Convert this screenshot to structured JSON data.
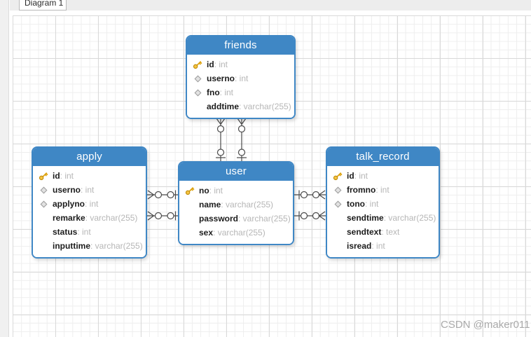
{
  "tab_bar": {
    "active_tab_label": "Diagram 1"
  },
  "watermark_text": "CSDN @maker011",
  "colors": {
    "table_header_blue": "#3f87c5",
    "table_border_blue": "#3f87c5",
    "key_icon_gold": "#f6c544",
    "diamond_icon_gray": "#e2e2e2",
    "connector_line": "#4a4a4a"
  },
  "diagram": {
    "tables": [
      {
        "name": "friends",
        "columns": [
          {
            "name": "id",
            "type": "int",
            "icon": "primary-key-icon"
          },
          {
            "name": "userno",
            "type": "int",
            "icon": "index-diamond-icon"
          },
          {
            "name": "fno",
            "type": "int",
            "icon": "index-diamond-icon"
          },
          {
            "name": "addtime",
            "type": "varchar(255)",
            "icon": "none"
          }
        ]
      },
      {
        "name": "apply",
        "columns": [
          {
            "name": "id",
            "type": "int",
            "icon": "primary-key-icon"
          },
          {
            "name": "userno",
            "type": "int",
            "icon": "index-diamond-icon"
          },
          {
            "name": "applyno",
            "type": "int",
            "icon": "index-diamond-icon"
          },
          {
            "name": "remarke",
            "type": "varchar(255)",
            "icon": "none"
          },
          {
            "name": "status",
            "type": "int",
            "icon": "none"
          },
          {
            "name": "inputtime",
            "type": "varchar(255)",
            "icon": "none"
          }
        ]
      },
      {
        "name": "user",
        "columns": [
          {
            "name": "no",
            "type": "int",
            "icon": "primary-key-icon"
          },
          {
            "name": "name",
            "type": "varchar(255)",
            "icon": "none"
          },
          {
            "name": "password",
            "type": "varchar(255)",
            "icon": "none"
          },
          {
            "name": "sex",
            "type": "varchar(255)",
            "icon": "none"
          }
        ]
      },
      {
        "name": "talk_record",
        "columns": [
          {
            "name": "id",
            "type": "int",
            "icon": "primary-key-icon"
          },
          {
            "name": "fromno",
            "type": "int",
            "icon": "index-diamond-icon"
          },
          {
            "name": "tono",
            "type": "int",
            "icon": "index-diamond-icon"
          },
          {
            "name": "sendtime",
            "type": "varchar(255)",
            "icon": "none"
          },
          {
            "name": "sendtext",
            "type": "text",
            "icon": "none"
          },
          {
            "name": "isread",
            "type": "int",
            "icon": "none"
          }
        ]
      }
    ],
    "relationships": [
      {
        "from_table": "friends",
        "to_table": "user",
        "from_end": "zero-or-many",
        "to_end": "zero-or-one"
      },
      {
        "from_table": "friends",
        "to_table": "user",
        "from_end": "zero-or-many",
        "to_end": "zero-or-one"
      },
      {
        "from_table": "apply",
        "to_table": "user",
        "from_end": "zero-or-many",
        "to_end": "zero-or-one"
      },
      {
        "from_table": "apply",
        "to_table": "user",
        "from_end": "zero-or-many",
        "to_end": "zero-or-one"
      },
      {
        "from_table": "talk_record",
        "to_table": "user",
        "from_end": "zero-or-many",
        "to_end": "zero-or-one"
      },
      {
        "from_table": "talk_record",
        "to_table": "user",
        "from_end": "zero-or-many",
        "to_end": "zero-or-one"
      }
    ]
  }
}
